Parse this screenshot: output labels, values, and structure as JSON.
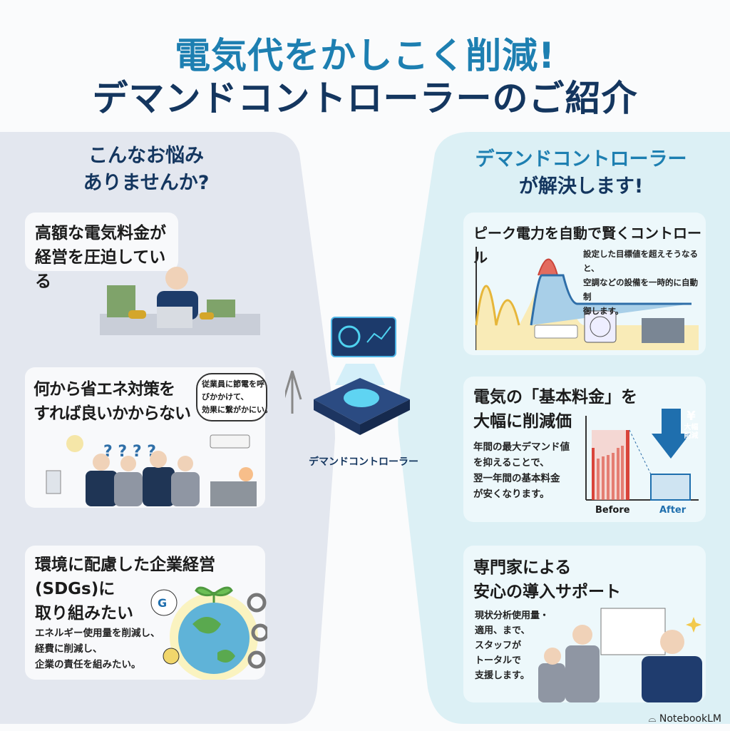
{
  "title": {
    "line1": "電気代をかしこく削減!",
    "line2": "デマンドコントローラーのご紹介"
  },
  "left": {
    "heading_line1": "こんなお悩み",
    "heading_line2": "ありませんか?",
    "cards": [
      {
        "title_line1": "高額な電気料金が",
        "title_line2": "経営を圧迫している"
      },
      {
        "title_line1": "何から省エネ対策を",
        "title_line2": "すれば良いかからない",
        "bubble_line1": "従業員に節電を呼",
        "bubble_line2": "びかかけて、",
        "bubble_line3": "効果に繋がかにい。"
      },
      {
        "title_line1": "環境に配慮した企業経営",
        "title_line2": "(SDGs)に",
        "title_line3": "取り組みたい",
        "body_line1": "エネルギー使用量を削減し、",
        "body_line2": "経費に削減し、",
        "body_line3": "企業の責任を組みたい。"
      }
    ]
  },
  "center": {
    "device_label": "デマンドコントローラー"
  },
  "right": {
    "heading_line1": "デマンドコントローラー",
    "heading_line2": "が解決します!",
    "cards": [
      {
        "title": "ピーク電力を自動で賢くコントロール",
        "body_line1": "設定した目標値を超えそうなると、",
        "body_line2": "空調などの設備を一時的に自動制",
        "body_line3": "御します。"
      },
      {
        "title_line1": "電気の「基本料金」を",
        "title_line2": "大幅に削減価",
        "body_line1": "年間の最大デマンド値",
        "body_line2": "を抑えることで、",
        "body_line3": "翌一年間の基本料金",
        "body_line4": "が安くなります。",
        "before_label": "Before",
        "after_label": "After",
        "arrow_symbol": "¥",
        "arrow_line1": "大幅",
        "arrow_line2": "削減"
      },
      {
        "title_line1": "専門家による",
        "title_line2": "安心の導入サポート",
        "body_line1": "現状分析使用量・",
        "body_line2": "適用、まで、",
        "body_line3": "スタッフが",
        "body_line4": "トータルで",
        "body_line5": "支援します。"
      }
    ]
  },
  "footer": {
    "brand": "NotebookLM"
  },
  "colors": {
    "accent": "#1d7fb1",
    "navy": "#14365f",
    "left_bg": "#e3e7ef",
    "right_bg": "#dcf0f5",
    "red": "#d9443a",
    "blue": "#1f6fae"
  }
}
